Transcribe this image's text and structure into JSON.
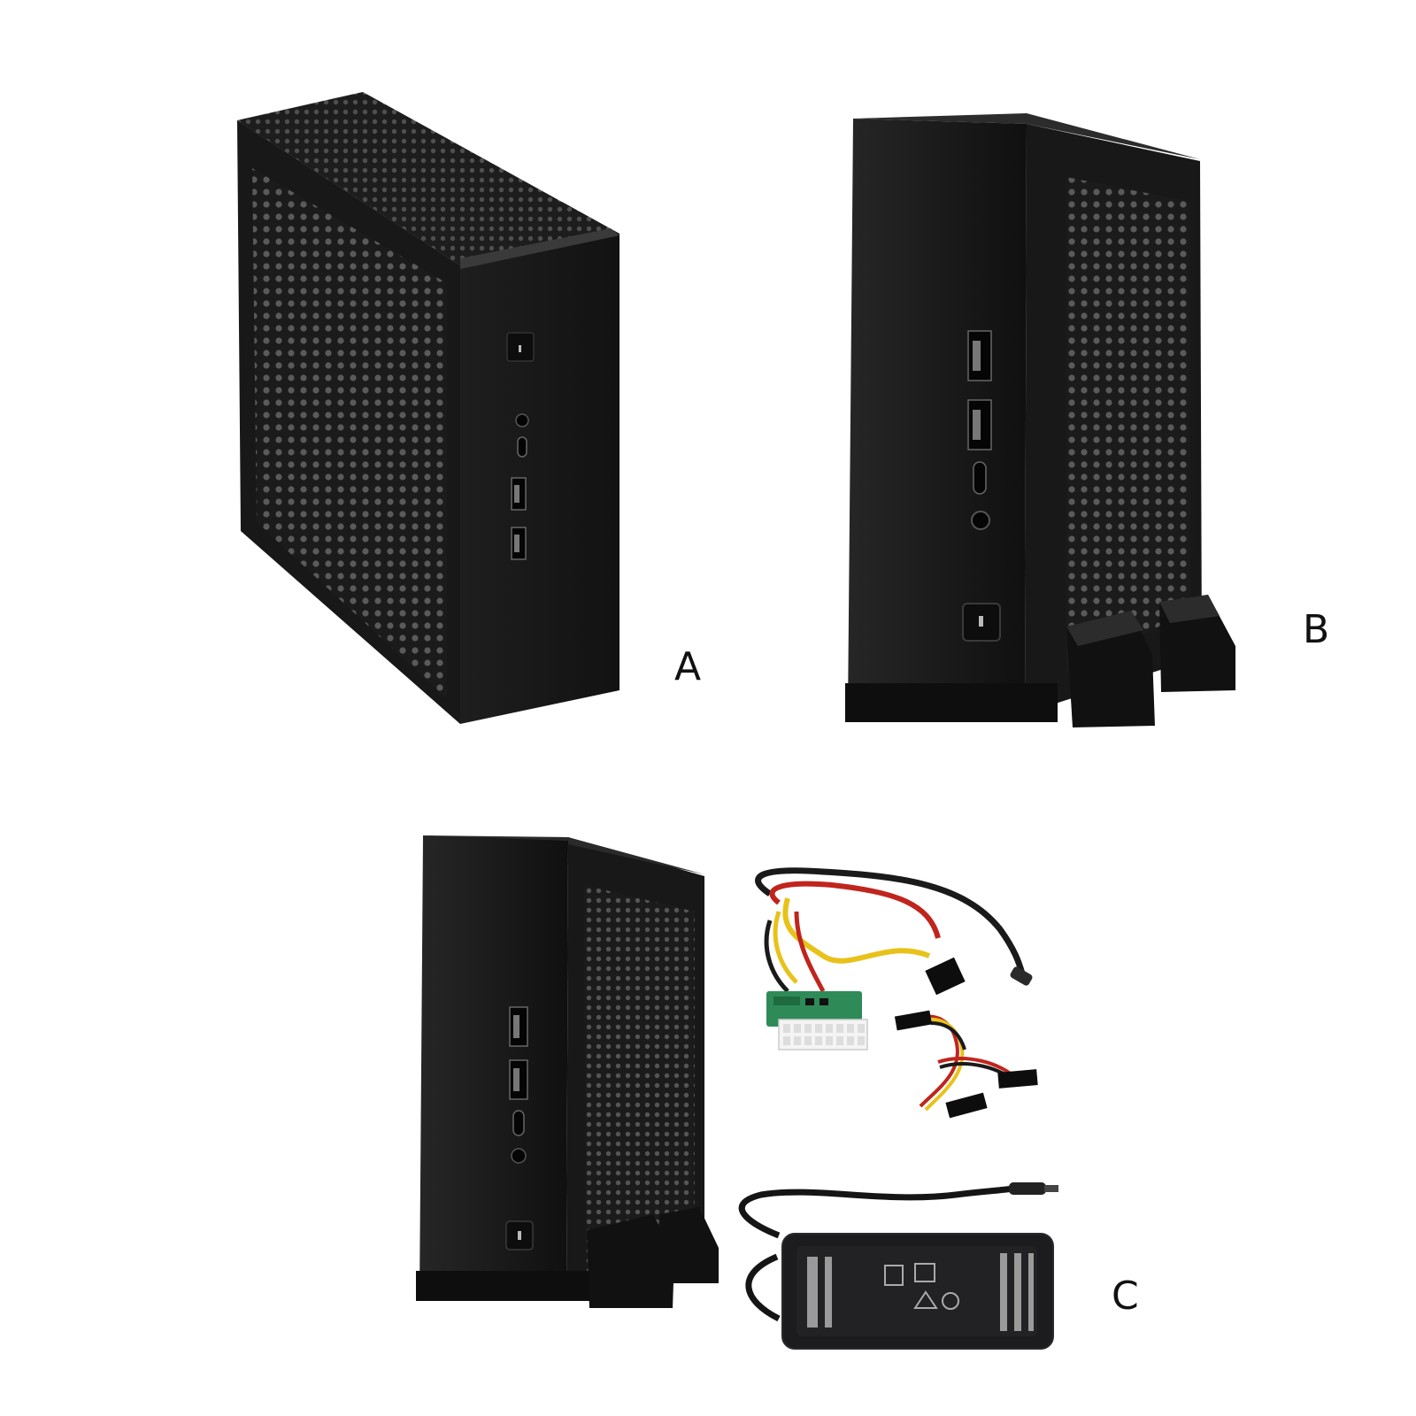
{
  "labels": {
    "a": "A",
    "b": "B",
    "c": "C"
  },
  "colors": {
    "background": "#ffffff",
    "chassis_dark": "#141414",
    "chassis_mid": "#232323",
    "vent_hole": "#444444",
    "pcb_green": "#2e8b57",
    "wire_yellow": "#e8c21a",
    "wire_red": "#c0251d",
    "wire_black": "#1a1a1a",
    "adapter_body": "#1c1c1e"
  },
  "icons": [
    "power-button-icon",
    "usb-a-port-icon",
    "usb-c-port-icon",
    "audio-jack-icon",
    "fc-mark-icon",
    "ce-mark-icon"
  ]
}
